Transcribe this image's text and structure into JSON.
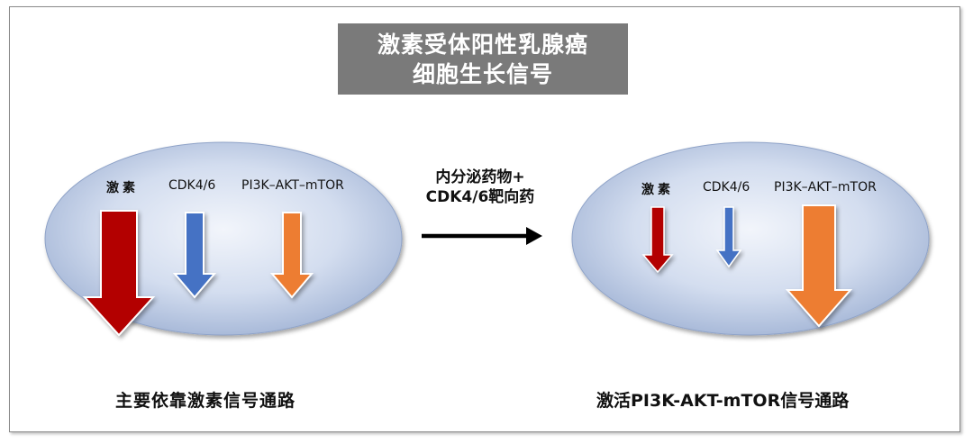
{
  "title": {
    "line1": "激素受体阳性乳腺癌",
    "line2": "细胞生长信号"
  },
  "left_cell": {
    "labels": [
      "激素",
      "CDK4/6",
      "PI3K–AKT–mTOR"
    ],
    "caption": "主要依靠激素信号通路"
  },
  "right_cell": {
    "labels": [
      "激素",
      "CDK4/6",
      "PI3K–AKT–mTOR"
    ],
    "caption": "激活PI3K-AKT-mTOR信号通路"
  },
  "treatment": {
    "line1": "内分泌药物+",
    "line2": "CDK4/6靶向药"
  },
  "colors": {
    "hormone": "#b30000",
    "cdk": "#4472c4",
    "pi3k": "#ed7d31",
    "title_bg": "#7a7a7a",
    "cell_fill": "#c7d3ea"
  }
}
